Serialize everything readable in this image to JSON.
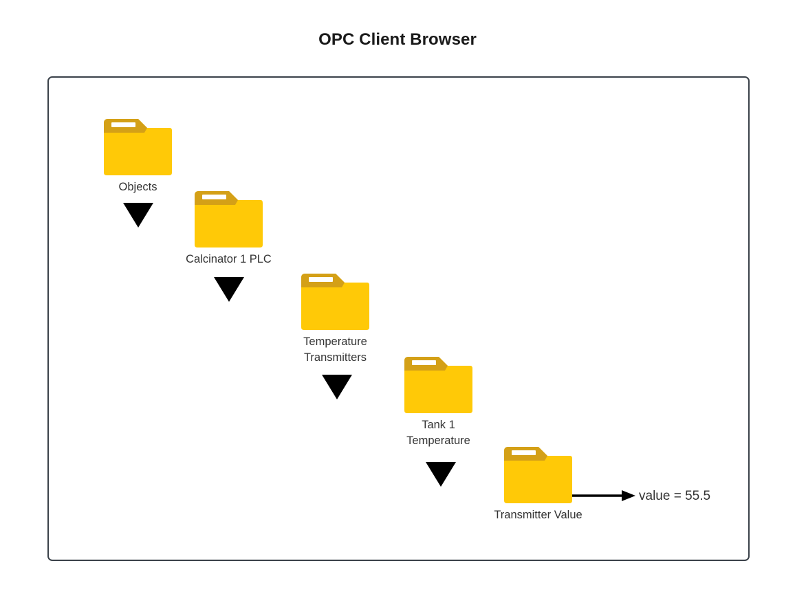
{
  "page": {
    "title": "OPC Client Browser",
    "background_color": "#ffffff"
  },
  "frame": {
    "border_color": "#3a4149",
    "fill_color": "#ffffff"
  },
  "theme": {
    "folder_body_color": "#ffc907",
    "folder_tab_color": "#d4a017",
    "folder_slot_color": "#ffffff",
    "connector_color": "#000000",
    "label_color": "#333333"
  },
  "tree": {
    "nodes": [
      {
        "id": "objects",
        "label": "Objects",
        "icon": "folder-icon"
      },
      {
        "id": "calcinator-1-plc",
        "label": "Calcinator 1 PLC",
        "icon": "folder-icon"
      },
      {
        "id": "temperature-transmitters",
        "label": "Temperature\nTransmitters",
        "icon": "folder-icon"
      },
      {
        "id": "tank-1-temperature",
        "label": "Tank 1\nTemperature",
        "icon": "folder-icon"
      },
      {
        "id": "transmitter-value",
        "label": "Transmitter Value",
        "icon": "folder-icon"
      }
    ],
    "connectors": [
      {
        "from": "objects",
        "to": "calcinator-1-plc",
        "icon": "triangle-down-icon"
      },
      {
        "from": "calcinator-1-plc",
        "to": "temperature-transmitters",
        "icon": "triangle-down-icon"
      },
      {
        "from": "temperature-transmitters",
        "to": "tank-1-temperature",
        "icon": "triangle-down-icon"
      },
      {
        "from": "tank-1-temperature",
        "to": "transmitter-value",
        "icon": "triangle-down-icon"
      }
    ]
  },
  "readout": {
    "arrow_icon": "arrow-right-icon",
    "text": "value = 55.5"
  }
}
